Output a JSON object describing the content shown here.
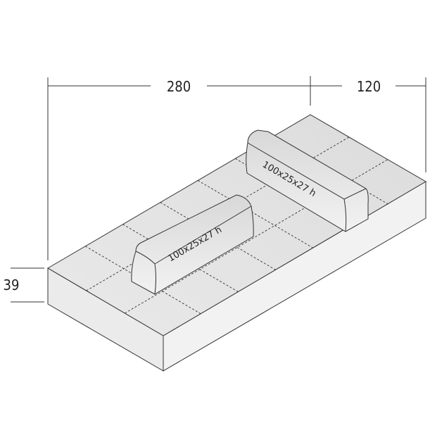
{
  "dimensions": {
    "length": "280",
    "depth": "120",
    "height": "39"
  },
  "cushions": [
    {
      "label": "100x25x27 h"
    },
    {
      "label": "100x25x27 h"
    }
  ],
  "grid": {
    "long_divisions": 7,
    "short_divisions": 3
  },
  "colors": {
    "top": "#e6e6e6",
    "front": "#ececec",
    "side": "#f4f4f4",
    "line": "#333333"
  }
}
